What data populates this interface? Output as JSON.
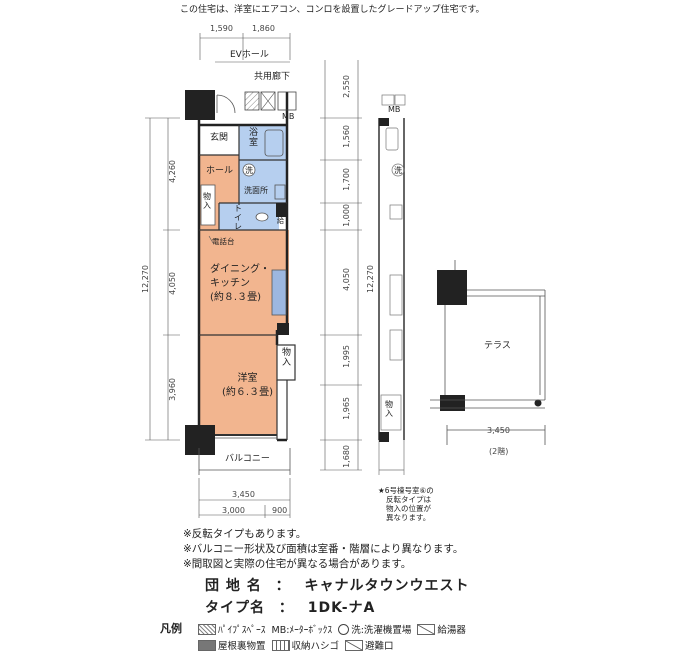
{
  "header_note": "この住宅は、洋室にエアコン、コンロを設置したグレードアップ住宅です。",
  "top_dims": [
    "1,590",
    "1,860"
  ],
  "labels": {
    "ev_hall": "EVホール",
    "corridor": "共用廊下",
    "mb": "MB",
    "genkan": "玄関",
    "yokushitsu": "浴室",
    "hall": "ホール",
    "sentaku": "洗",
    "senmenjo": "洗面所",
    "monoire1": "物入",
    "toilet": "トイレ",
    "kyutou": "給",
    "denwadai": "電話台",
    "dining_l1": "ダイニング・",
    "dining_l2": "キッチン",
    "dining_l3": "(約８.３畳)",
    "yoshitsu_l1": "洋室",
    "yoshitsu_l2": "(約６.３畳)",
    "monoire2": "物入",
    "balcony": "バルコニー",
    "terrace": "テラス",
    "floor2": "(2階)",
    "monoire_side": "物入",
    "mb_side": "MB",
    "sentaku_side": "洗"
  },
  "left_dims": [
    "4,260",
    "4,050",
    "3,960"
  ],
  "left_total": "12,270",
  "right_dims": [
    "2,550",
    "1,560",
    "1,700",
    "1,000",
    "4,050",
    "1,995",
    "1,965",
    "1,680"
  ],
  "right_total": "12,270",
  "bottom_dims": [
    "3,450",
    "3,000",
    "900"
  ],
  "terrace_dim": "3,450",
  "side_note": [
    "★6号棟号室⑥の",
    "反転タイプは",
    "物入の位置が",
    "異なります。"
  ],
  "notes": [
    "※反転タイプもあります。",
    "※バルコニー形状及び面積は室番・階層により異なります。",
    "※間取図と実際の住宅が異なる場合があります。"
  ],
  "info": {
    "danchi_label": "団 地 名",
    "danchi_value": "キャナルタウンウエスト",
    "type_label": "タイプ名",
    "type_value": "1DK-ナA",
    "sep": "："
  },
  "legend": {
    "title": "凡例",
    "items_row1": [
      {
        "swatch": "hatch",
        "label": "ﾊﾟｲﾌﾟｽﾍﾟｰｽ"
      },
      {
        "swatch": "text",
        "label": "MB:ﾒｰﾀｰﾎﾞｯｸｽ"
      },
      {
        "swatch": "circle",
        "label": "洗:洗濯機置場"
      },
      {
        "swatch": "diag",
        "label": "給湯器"
      }
    ],
    "items_row2": [
      {
        "swatch": "gray",
        "label": "屋根裏物置"
      },
      {
        "swatch": "ladder",
        "label": "収納ハシゴ"
      },
      {
        "swatch": "diag",
        "label": "避難口"
      }
    ]
  }
}
